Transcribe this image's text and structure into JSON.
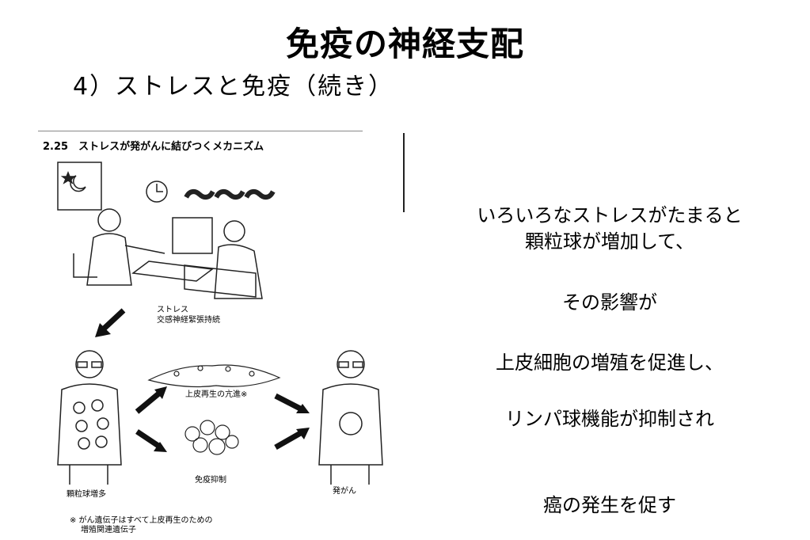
{
  "slide": {
    "title": "免疫の神経支配",
    "subtitle": "4）ストレスと免疫（続き）"
  },
  "figure": {
    "caption": "2.25　ストレスが発がんに結びつくメカニズム",
    "stress_label_line1": "ストレス",
    "stress_label_line2": "交感神経緊張持続",
    "epithelial_label": "上皮再生の亢進※",
    "immune_label": "免疫抑制",
    "granulocyte_label": "顆粒球増多",
    "cancer_label": "発がん",
    "note_line1": "※  がん遺伝子はすべて上皮再生のための",
    "note_line2": "増殖関連遺伝子"
  },
  "text": {
    "line1": "いろいろなストレスがたまると",
    "line2": "顆粒球が増加して、",
    "line3": "その影響が",
    "line4": "上皮細胞の増殖を促進し、",
    "line5": "リンパ球機能が抑制され",
    "line6": "癌の発生を促す"
  }
}
